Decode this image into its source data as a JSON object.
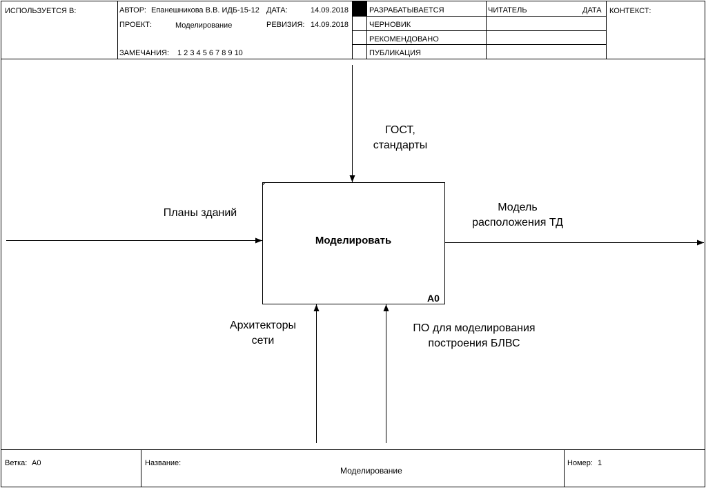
{
  "header": {
    "used_in_label": "ИСПОЛЬЗУЕТСЯ В:",
    "author_label": "АВТОР:",
    "author_value": "Епанешникова В.В. ИДБ-15-12",
    "date_label": "ДАТА:",
    "date_value": "14.09.2018",
    "project_label": "ПРОЕКТ:",
    "project_value": "Моделирование",
    "revision_label": "РЕВИЗИЯ:",
    "revision_value": "14.09.2018",
    "notes_label": "ЗАМЕЧАНИЯ:",
    "notes_values": "1 2 3 4 5 6 7 8 9 10",
    "status": [
      "РАЗРАБАТЫВАЕТСЯ",
      "ЧЕРНОВИК",
      "РЕКОМЕНДОВАНО",
      "ПУБЛИКАЦИЯ"
    ],
    "reader_label": "ЧИТАТЕЛЬ",
    "reader_date_label": "ДАТА",
    "context_label": "КОНТЕКСТ:"
  },
  "diagram": {
    "function_name": "Моделировать",
    "function_id": "A0",
    "control_label": "ГОСТ,\nстандарты",
    "input_label": "Планы зданий",
    "output_label": "Модель\nрасположения ТД",
    "mechanism1_label": "Архитекторы\nсети",
    "mechanism2_label": "ПО для моделирования\nпостроения БЛВС"
  },
  "footer": {
    "node_label": "Ветка:",
    "node_value": "A0",
    "title_label": "Название:",
    "title_value": "Моделирование",
    "number_label": "Номер:",
    "number_value": "1"
  }
}
